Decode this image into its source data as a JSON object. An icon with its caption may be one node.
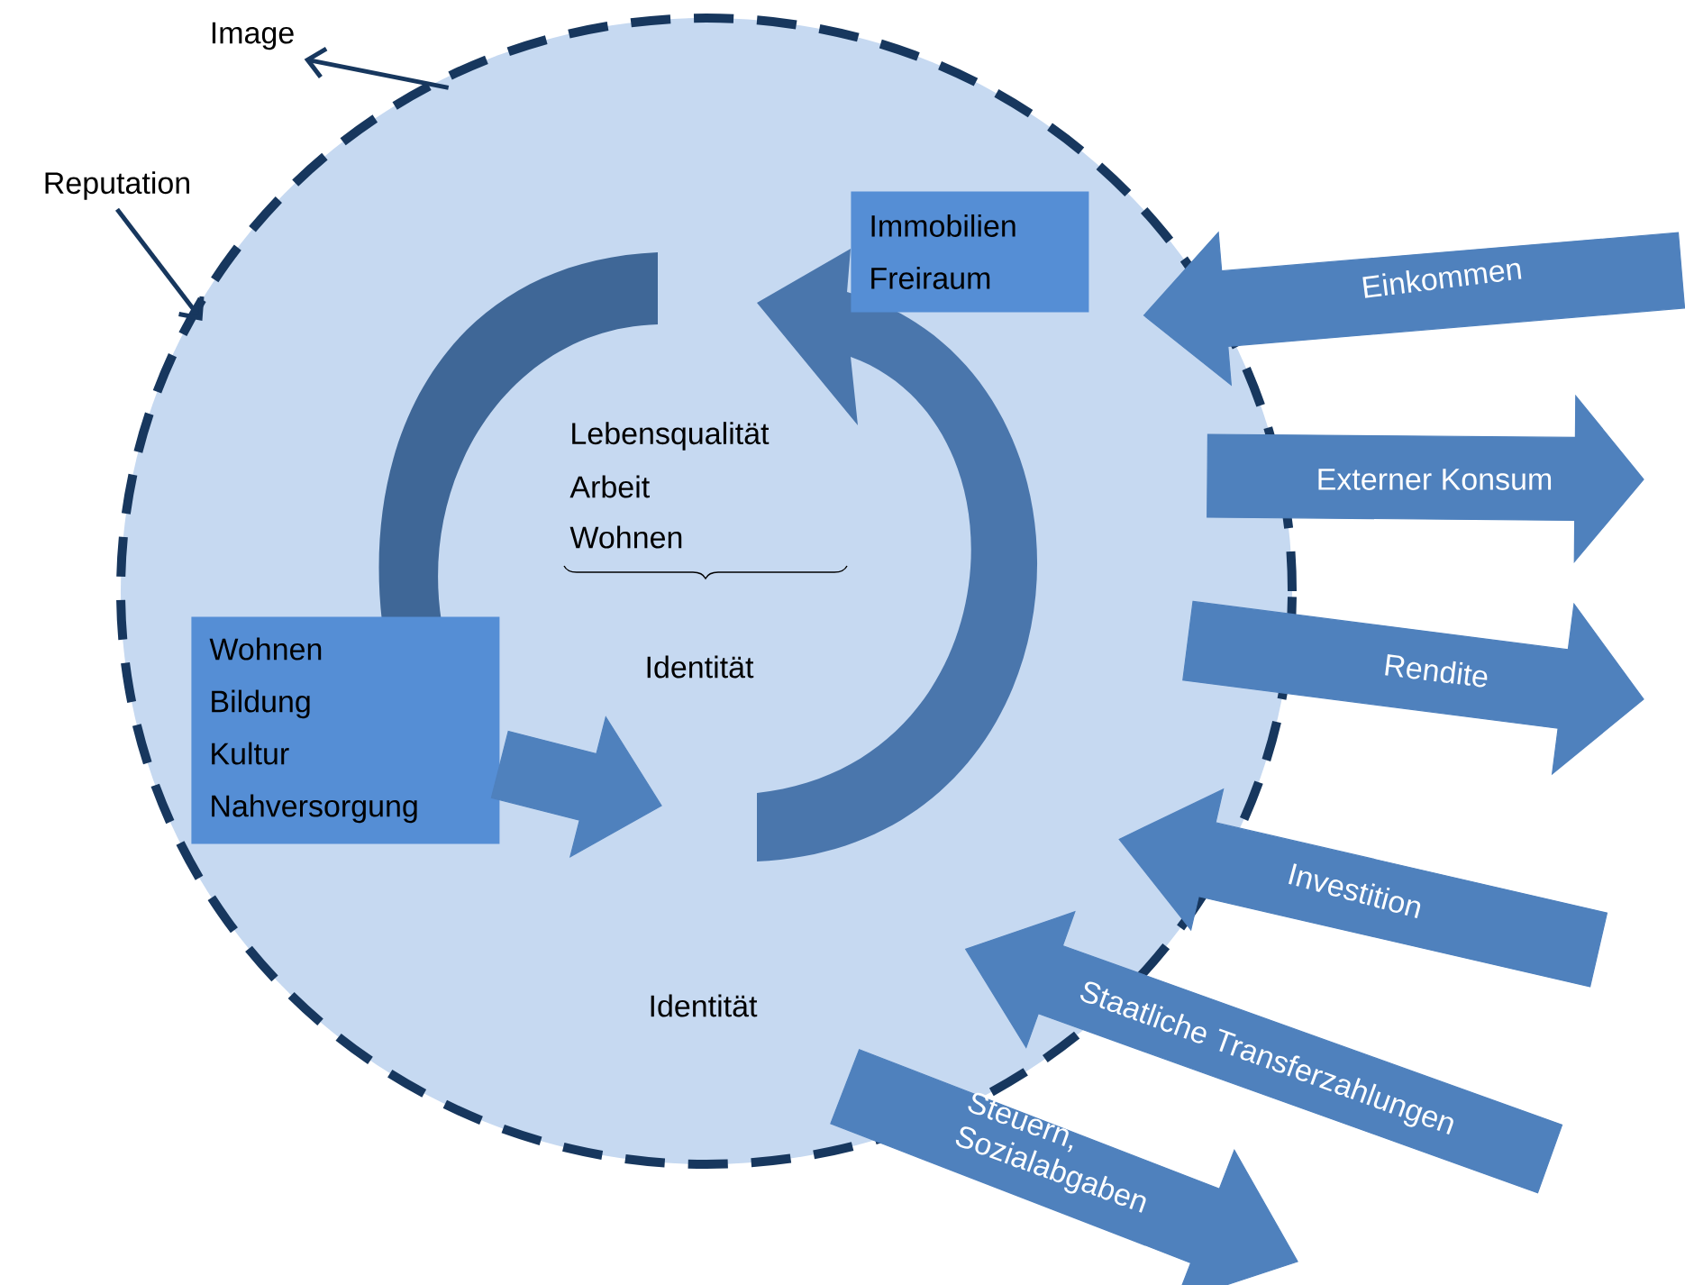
{
  "diagram": {
    "nodes": [
      {
        "text": [
          "Identität"
        ]
      },
      {
        "text": [
          "Immobilien",
          "Freiraum"
        ],
        "in": 0
      },
      {
        "text": [
          "Wohnen",
          "Bildung",
          "Kultur",
          "Nahversorgung"
        ],
        "in": 0
      },
      {
        "text": [
          "Image"
        ]
      },
      {
        "text": [
          "Reputation"
        ]
      }
    ],
    "edges": [
      {
        "from": 0,
        "to": 3,
        "arrow": "to",
        "color": "#17375e"
      },
      {
        "from": 4,
        "to": 0,
        "arrow": "to",
        "color": "#17375e"
      },
      {
        "from": null,
        "to": 0,
        "arrow": "to",
        "label": "Einkommen"
      },
      {
        "from": 0,
        "to": null,
        "arrow": "to",
        "label": "Externer Konsum"
      },
      {
        "from": 0,
        "to": null,
        "arrow": "to",
        "label": "Rendite"
      },
      {
        "from": null,
        "to": 0,
        "arrow": "to",
        "label": "Investition"
      },
      {
        "from": null,
        "to": 0,
        "arrow": "to",
        "label": "Staatliche Transferzahlungen"
      },
      {
        "from": 0,
        "to": null,
        "arrow": "to",
        "label": "Steuern, Sozialabgaben"
      },
      {
        "from": 2,
        "to": null,
        "arrow": "to"
      }
    ],
    "labels": [
      "Lebensqualität",
      "Arbeit",
      "Wohnen",
      "Identität"
    ]
  }
}
